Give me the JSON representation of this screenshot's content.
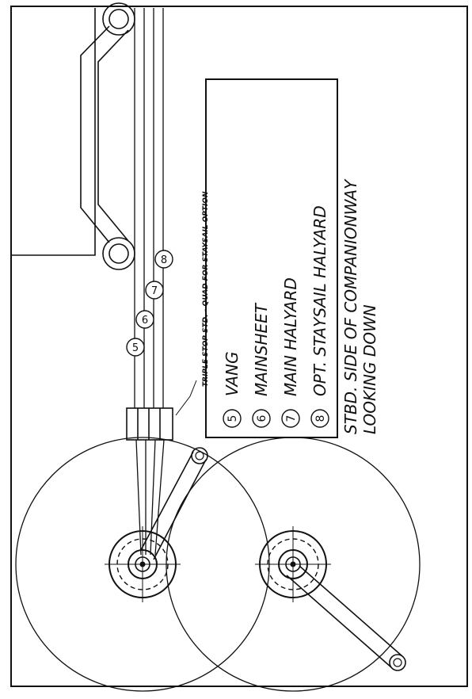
{
  "drawing": {
    "stopper_note": "TRIPLE STOP STD. - QUAD FOR STAYSAIL OPTION",
    "caption_line1": "STBD. SIDE OF COMPANIONWAY",
    "caption_line2": "LOOKING DOWN"
  },
  "legend": {
    "items": [
      {
        "number": "5",
        "label": "VANG"
      },
      {
        "number": "6",
        "label": "MAINSHEET"
      },
      {
        "number": "7",
        "label": "MAIN HALYARD"
      },
      {
        "number": "8",
        "label": "OPT. STAYSAIL HALYARD"
      }
    ]
  },
  "line_tags": [
    "5",
    "6",
    "7",
    "8"
  ],
  "colors": {
    "ink": "#111111",
    "paper": "#ffffff"
  }
}
